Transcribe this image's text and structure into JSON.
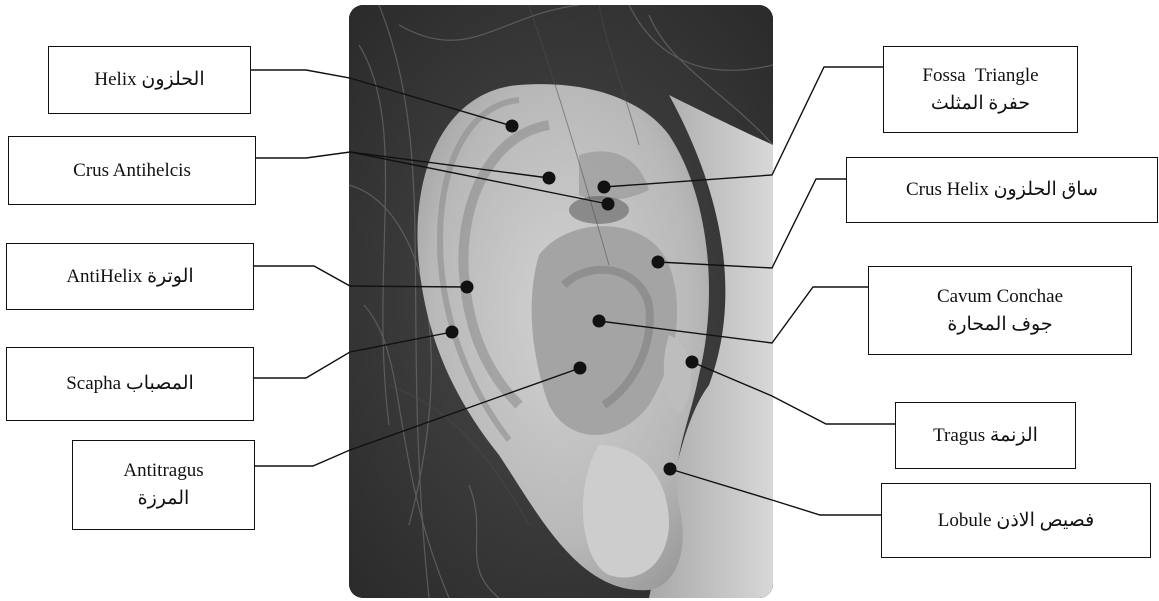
{
  "labels": {
    "helix": "Helix الحلزون",
    "crus_antihelix": "Crus Antihelcis",
    "antihelix": "AntiHelix الوترة",
    "scapha": "Scapha المصباب",
    "antitragus_line1": "Antitragus",
    "antitragus_line2": "المرزة",
    "fossa_line1": "Fossa  Triangle",
    "fossa_line2": "حفرة المثلث",
    "crus_helix": "Crus Helix ساق الحلزون",
    "cavum_line1": "Cavum Conchae",
    "cavum_line2": "جوف المحارة",
    "tragus": "Tragus الزنمة",
    "lobule": "Lobule فصيص الاذن"
  },
  "colors": {
    "line": "#111111",
    "label_border": "#111111",
    "photo_background": "#3a3a3a",
    "skin": "#c9c9c9"
  }
}
